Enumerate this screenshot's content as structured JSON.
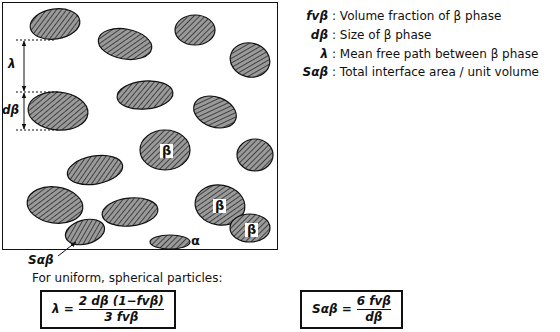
{
  "diagram": {
    "nodes": [
      {
        "text": [
          "β",
          "β",
          "β",
          "α"
        ]
      },
      {
        "text": [
          "λ =",
          "2 dβ (1−fvβ)",
          "3 fvβ"
        ]
      },
      {
        "text": [
          "Sαβ =",
          "6 fvβ",
          "dβ"
        ]
      }
    ],
    "labels": [
      "λ",
      "dβ",
      "Sαβ",
      "fvβ",
      ": Volume fraction of β phase",
      "dβ",
      ": Size of β phase",
      "λ",
      ": Mean free path between β phase",
      "Sαβ",
      ": Total interface area / unit volume",
      "For uniform, spherical particles:"
    ]
  }
}
